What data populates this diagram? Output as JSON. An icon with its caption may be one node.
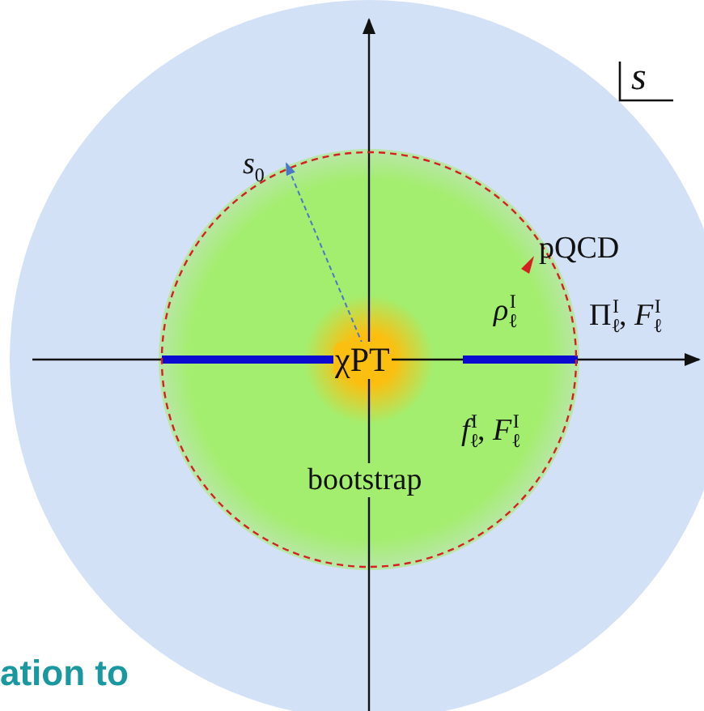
{
  "diagram": {
    "labels": [
      "*s*",
      "*s*$_{0}$",
      "pQCD",
      "*ρ*$_{ℓ}$$^{I}$",
      "Π$_{ℓ}$$^{I}$, *F*$_{ℓ}$$^{I}$",
      "χPT",
      "*f*$_{ℓ}$$^{I}$, *F*$_{ℓ}$$^{I}$",
      "bootstrap",
      "ation to"
    ]
  }
}
